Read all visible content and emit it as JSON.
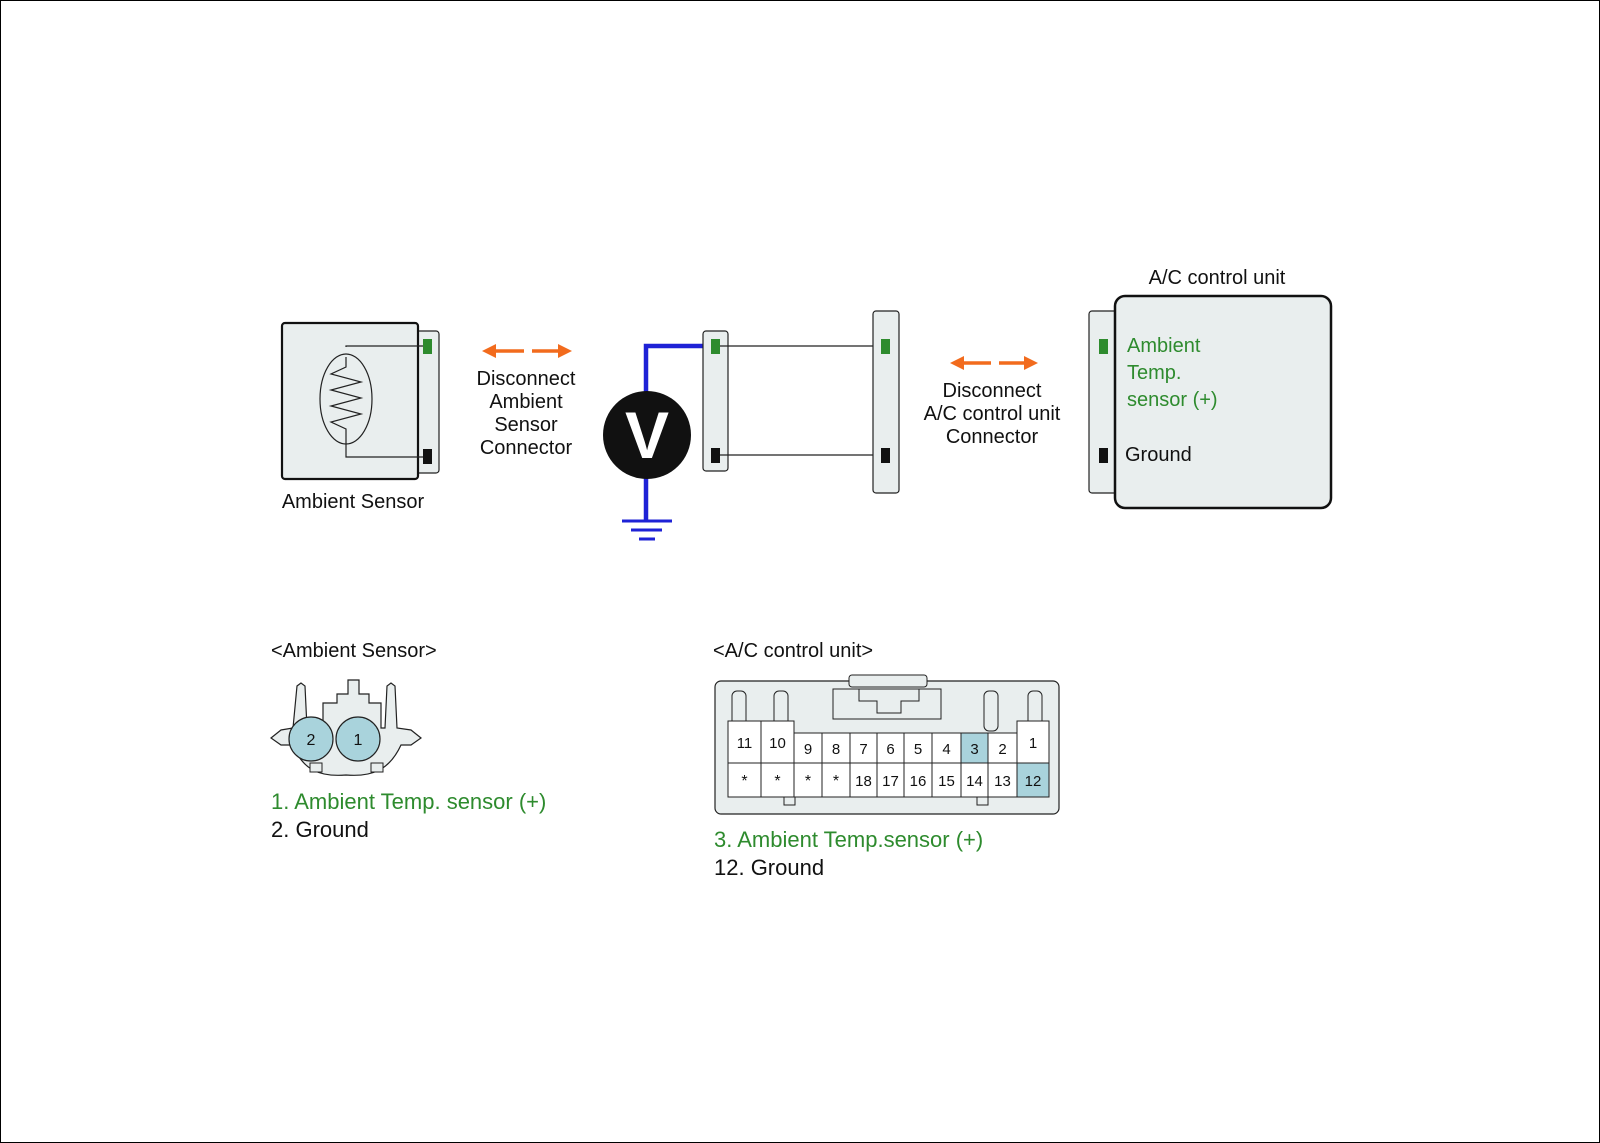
{
  "colors": {
    "signal_green": "#2e8b2e",
    "meter_lead_blue": "#1e22d6",
    "disconnect_arrow_orange": "#f26b1d",
    "highlight_pin_blue": "#a9d3dc",
    "panel_fill": "#e9eeee"
  },
  "circuit": {
    "sensor_label": "Ambient Sensor",
    "disconnect_sensor": [
      "Disconnect",
      "Ambient",
      "Sensor",
      "Connector"
    ],
    "meter_symbol": "V",
    "disconnect_acu": [
      "Disconnect",
      "A/C control unit",
      "Connector"
    ],
    "acu_title": "A/C control unit",
    "acu_pin_signal": [
      "Ambient",
      "Temp.",
      "sensor (+)"
    ],
    "acu_pin_ground": "Ground"
  },
  "sensor_connector": {
    "title": "<Ambient Sensor>",
    "pins": [
      "2",
      "1"
    ],
    "highlighted": [
      "2",
      "1"
    ],
    "legend": [
      {
        "text": "1. Ambient Temp. sensor (+)",
        "tone": "signal"
      },
      {
        "text": "2. Ground",
        "tone": "normal"
      }
    ]
  },
  "acu_connector": {
    "title": "<A/C control unit>",
    "top_row": [
      "11",
      "10",
      "9",
      "8",
      "7",
      "6",
      "5",
      "4",
      "3",
      "2",
      "1"
    ],
    "bottom_row": [
      "*",
      "*",
      "*",
      "*",
      "18",
      "17",
      "16",
      "15",
      "14",
      "13",
      "12"
    ],
    "highlighted": [
      "3",
      "12"
    ],
    "legend": [
      {
        "text": "3. Ambient Temp.sensor (+)",
        "tone": "signal"
      },
      {
        "text": "12. Ground",
        "tone": "normal"
      }
    ]
  }
}
